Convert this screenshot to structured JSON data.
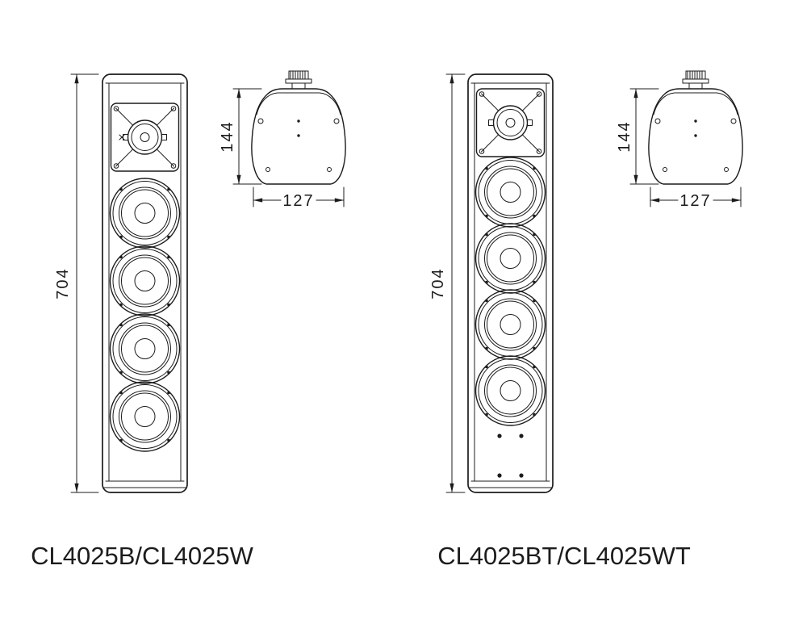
{
  "page": {
    "background": "#ffffff",
    "line_color": "#1c1c1c"
  },
  "left_unit": {
    "model_label": "CL4025B/CL4025W",
    "front_view": {
      "height_dim": "704"
    },
    "side_view": {
      "depth_dim": "144",
      "width_dim": "127"
    }
  },
  "right_unit": {
    "model_label": "CL4025BT/CL4025WT",
    "front_view": {
      "height_dim": "704"
    },
    "side_view": {
      "depth_dim": "144",
      "width_dim": "127"
    }
  }
}
